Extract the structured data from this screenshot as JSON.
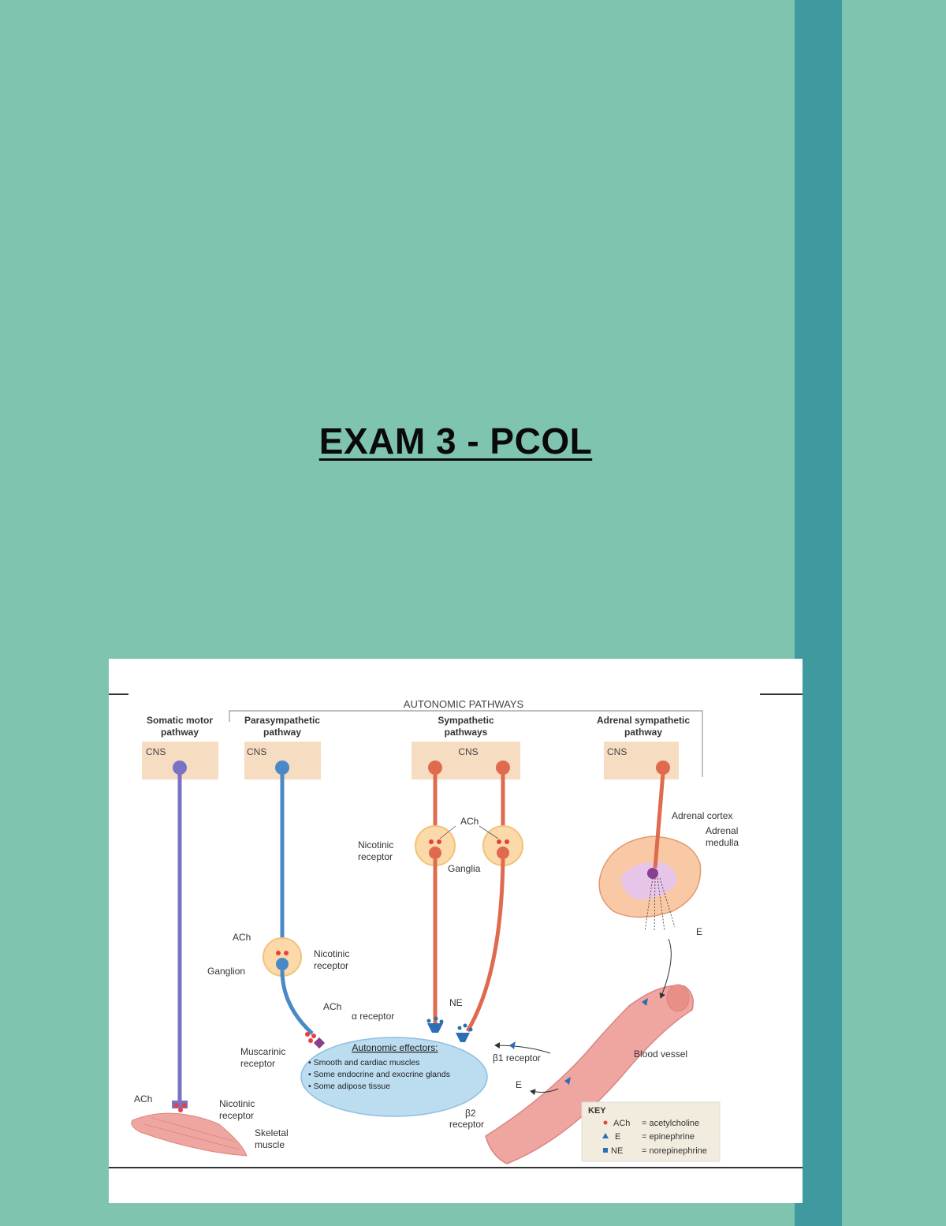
{
  "document": {
    "title": "EXAM 3 - PCOL"
  },
  "colors": {
    "page_background": "#7fc4b1",
    "side_band": "#3e9a9e",
    "somatic": "#7a72c4",
    "parasympathetic": "#4a88c8",
    "sympathetic": "#e06a4e",
    "cns_box": "#f6dcc1",
    "effector": "#bcdcef"
  },
  "figure": {
    "heading": "AUTONOMIC PATHWAYS",
    "columns": {
      "somatic": [
        "Somatic motor",
        "pathway"
      ],
      "parasympathetic": [
        "Parasympathetic",
        "pathway"
      ],
      "sympathetic": [
        "Sympathetic",
        "pathways"
      ],
      "adrenal": [
        "Adrenal sympathetic",
        "pathway"
      ]
    },
    "cns_label": "CNS",
    "labels": {
      "ach": "ACh",
      "nicotinic": [
        "Nicotinic",
        "receptor"
      ],
      "ganglia": "Ganglia",
      "ganglion": "Ganglion",
      "muscarinic": [
        "Muscarinic",
        "receptor"
      ],
      "alpha_receptor": "α receptor",
      "ne": "NE",
      "beta1_receptor": "β1 receptor",
      "beta2_receptor": [
        "β2",
        "receptor"
      ],
      "e": "E",
      "adrenal_cortex": "Adrenal cortex",
      "adrenal_medulla": [
        "Adrenal",
        "medulla"
      ],
      "blood_vessel": "Blood vessel",
      "skeletal_muscle": [
        "Skeletal",
        "muscle"
      ]
    },
    "effectors": {
      "title": "Autonomic effectors:",
      "items": [
        "• Smooth and cardiac muscles",
        "• Some endocrine and exocrine glands",
        "• Some adipose tissue"
      ]
    },
    "key": {
      "title": "KEY",
      "items": [
        {
          "symbol": "ACh",
          "definition": "= acetylcholine"
        },
        {
          "symbol": "E",
          "definition": "= epinephrine"
        },
        {
          "symbol": "NE",
          "definition": "= norepinephrine"
        }
      ]
    }
  }
}
